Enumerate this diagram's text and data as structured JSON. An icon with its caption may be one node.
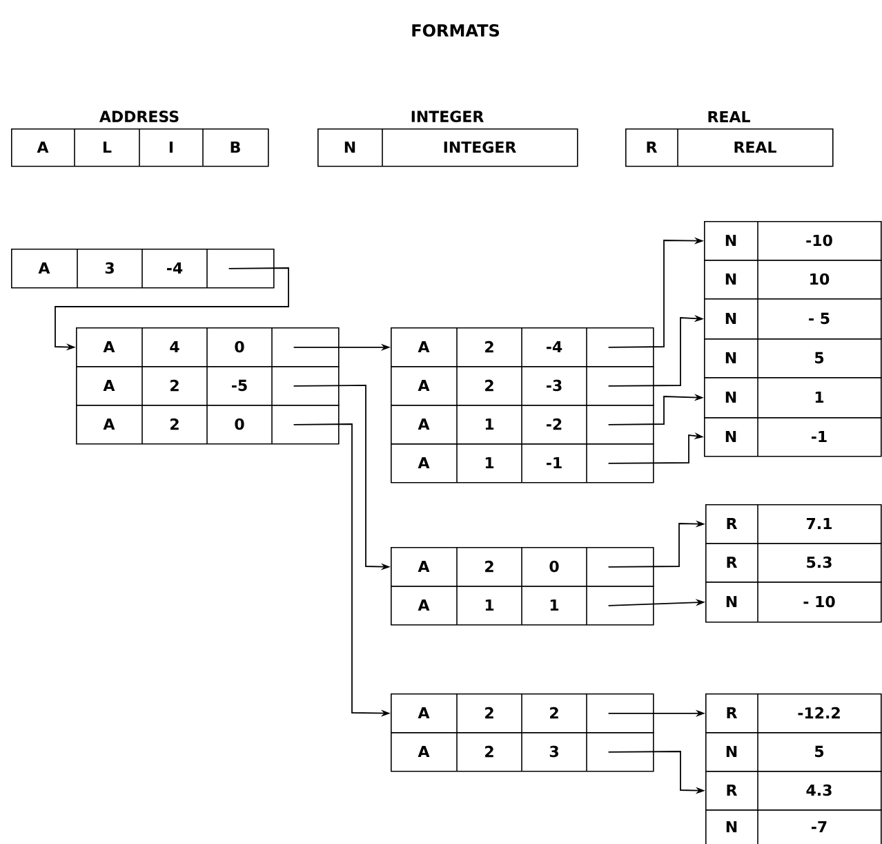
{
  "diagram": {
    "title": "FORMATS",
    "nodes": [
      {
        "text": [
          "ADDRESS",
          "A",
          "L",
          "I",
          "B"
        ]
      },
      {
        "text": [
          "INTEGER",
          "N",
          "INTEGER"
        ]
      },
      {
        "text": [
          "REAL",
          "R",
          "REAL"
        ]
      },
      {
        "text": [
          "A",
          "3",
          "-4"
        ]
      },
      {
        "text": [
          "A",
          "4",
          "0"
        ]
      },
      {
        "text": [
          "A",
          "2",
          "-5"
        ]
      },
      {
        "text": [
          "A",
          "2",
          "0"
        ]
      },
      {
        "text": [
          "A",
          "2",
          "-4"
        ]
      },
      {
        "text": [
          "A",
          "2",
          "-3"
        ]
      },
      {
        "text": [
          "A",
          "1",
          "-2"
        ]
      },
      {
        "text": [
          "A",
          "1",
          "-1"
        ]
      },
      {
        "text": [
          "N",
          "-10"
        ]
      },
      {
        "text": [
          "N",
          "10"
        ]
      },
      {
        "text": [
          "N",
          "- 5"
        ]
      },
      {
        "text": [
          "N",
          "5"
        ]
      },
      {
        "text": [
          "N",
          "1"
        ]
      },
      {
        "text": [
          "N",
          "-1"
        ]
      },
      {
        "text": [
          "A",
          "2",
          "0"
        ]
      },
      {
        "text": [
          "A",
          "1",
          "1"
        ]
      },
      {
        "text": [
          "R",
          "7.1"
        ]
      },
      {
        "text": [
          "R",
          "5.3"
        ]
      },
      {
        "text": [
          "N",
          "- 10"
        ]
      },
      {
        "text": [
          "A",
          "2",
          "2"
        ]
      },
      {
        "text": [
          "A",
          "2",
          "3"
        ]
      },
      {
        "text": [
          "R",
          "-12.2"
        ]
      },
      {
        "text": [
          "N",
          "5"
        ]
      },
      {
        "text": [
          "R",
          "4.3"
        ]
      },
      {
        "text": [
          "N",
          "-7"
        ]
      }
    ],
    "edges": [
      {
        "from": 3,
        "to": 4,
        "arrow": "to"
      },
      {
        "from": 4,
        "to": 7,
        "arrow": "to"
      },
      {
        "from": 5,
        "to": 17,
        "arrow": "to"
      },
      {
        "from": 6,
        "to": 22,
        "arrow": "to"
      },
      {
        "from": 7,
        "to": 11,
        "arrow": "to"
      },
      {
        "from": 8,
        "to": 13,
        "arrow": "to"
      },
      {
        "from": 9,
        "to": 15,
        "arrow": "to"
      },
      {
        "from": 10,
        "to": 16,
        "arrow": "to"
      },
      {
        "from": 17,
        "to": 19,
        "arrow": "to"
      },
      {
        "from": 18,
        "to": 21,
        "arrow": "to"
      },
      {
        "from": 22,
        "to": 24,
        "arrow": "to"
      },
      {
        "from": 23,
        "to": 26,
        "arrow": "to"
      }
    ]
  }
}
